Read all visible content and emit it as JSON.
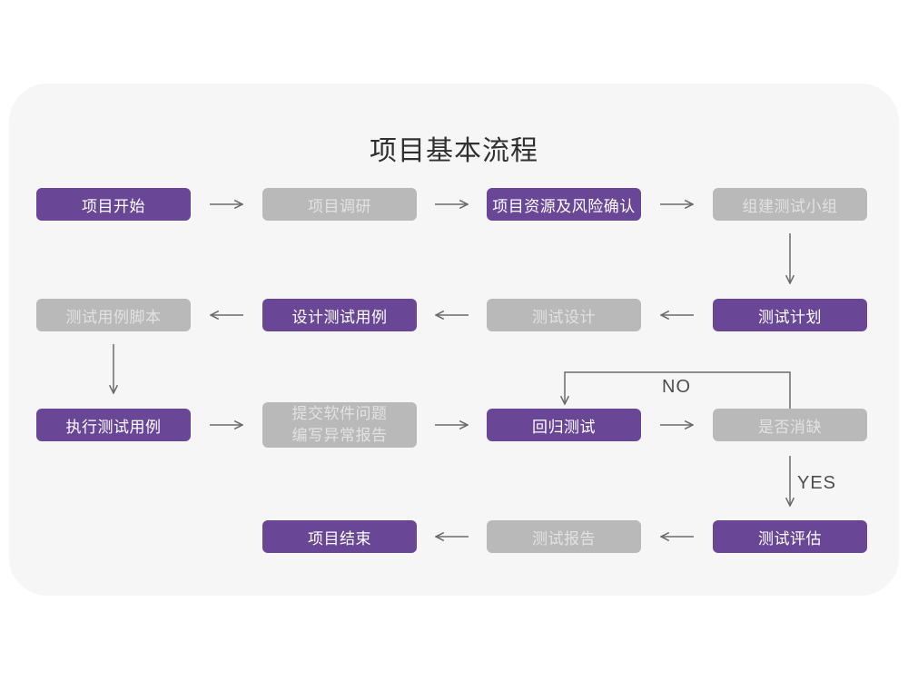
{
  "title": "项目基本流程",
  "colors": {
    "canvas_background": "#ffffff",
    "card_background": "#f6f6f7",
    "node_purple": "#6a4796",
    "node_gray": "#b9b9b9",
    "node_text_on_purple": "#ffffff",
    "node_text_on_gray": "#e2e2e2",
    "arrow": "#6b6b6b",
    "title_text": "#303030"
  },
  "flowchart": {
    "nodes": [
      {
        "label": "项目开始",
        "variant": "purple"
      },
      {
        "label": "项目调研",
        "variant": "gray"
      },
      {
        "label": "项目资源及风险确认",
        "variant": "purple"
      },
      {
        "label": "组建测试小组",
        "variant": "gray"
      },
      {
        "label": "测试计划",
        "variant": "purple"
      },
      {
        "label": "测试设计",
        "variant": "gray"
      },
      {
        "label": "设计测试用例",
        "variant": "purple"
      },
      {
        "label": "测试用例脚本",
        "variant": "gray"
      },
      {
        "label": "执行测试用例",
        "variant": "purple"
      },
      {
        "label_line1": "提交软件问题",
        "label_line2": "编写异常报告",
        "variant": "gray"
      },
      {
        "label": "回归测试",
        "variant": "purple"
      },
      {
        "label": "是否消缺",
        "variant": "gray"
      },
      {
        "label": "测试评估",
        "variant": "purple"
      },
      {
        "label": "测试报告",
        "variant": "gray"
      },
      {
        "label": "项目结束",
        "variant": "purple"
      }
    ],
    "decision_labels": {
      "no": "NO",
      "yes": "YES"
    }
  }
}
